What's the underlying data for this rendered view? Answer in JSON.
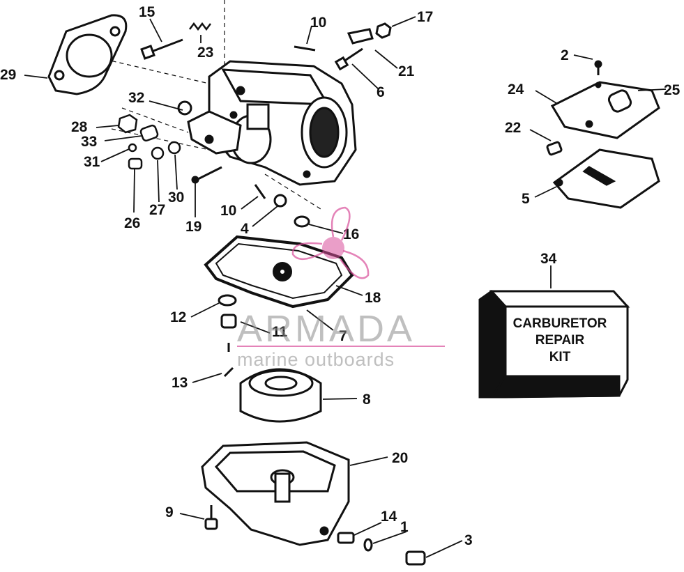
{
  "diagram": {
    "part_labels": [
      "1",
      "2",
      "3",
      "4",
      "5",
      "6",
      "7",
      "8",
      "9",
      "10",
      "10",
      "11",
      "12",
      "13",
      "14",
      "15",
      "16",
      "17",
      "18",
      "19",
      "20",
      "21",
      "22",
      "23",
      "24",
      "25",
      "26",
      "27",
      "28",
      "29",
      "30",
      "31",
      "32",
      "33",
      "34"
    ],
    "kit_box_lines": [
      "CARBURETOR",
      "REPAIR",
      "KIT"
    ]
  },
  "watermark": {
    "brand": "ARMADA",
    "tagline": "marine outboards",
    "accent_color": "#d94f9a",
    "text_color": "#8a8a8a"
  },
  "colors": {
    "line": "#111111",
    "background": "#ffffff"
  }
}
